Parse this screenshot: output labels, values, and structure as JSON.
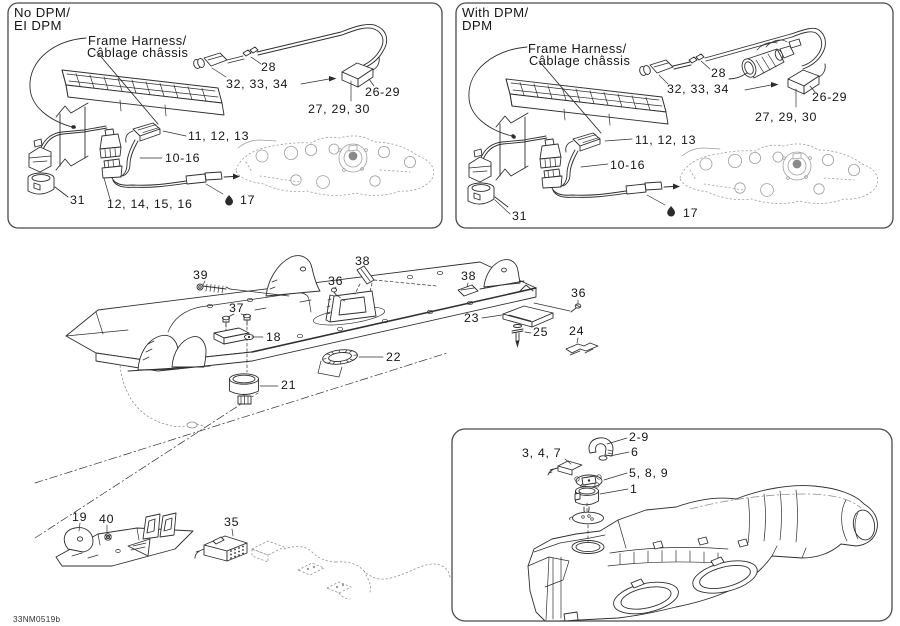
{
  "page": {
    "code": "33NM0519b"
  },
  "p1": {
    "title1": "No DPM/",
    "title2": "EI DPM",
    "harness1": "Frame Harness/",
    "harness2": "Câblage châssis",
    "c28": "28",
    "c32": "32, 33, 34",
    "c26": "26-29",
    "c27": "27, 29, 30",
    "c11": "11, 12, 13",
    "c10": "10-16",
    "c31": "31",
    "c12": "12, 14, 15, 16",
    "c17": "17"
  },
  "p2": {
    "title1": "With DPM/",
    "title2": "DPM",
    "harness1": "Frame Harness/",
    "harness2": "Câblage châssis",
    "c28": "28",
    "c32": "32, 33, 34",
    "c26": "26-29",
    "c27": "27, 29, 30",
    "c11": "11, 12, 13",
    "c10": "10-16",
    "c31": "31",
    "c17": "17"
  },
  "mid": {
    "c39": "39",
    "c37": "37",
    "c36a": "36",
    "c38a": "38",
    "c18": "18",
    "c22": "22",
    "c21": "21",
    "c38b": "38",
    "c36b": "36",
    "c23": "23",
    "c25": "25",
    "c24": "24"
  },
  "bl": {
    "c19": "19",
    "c40": "40",
    "c35": "35"
  },
  "br": {
    "c29": "2-9",
    "c6": "6",
    "c347": "3, 4, 7",
    "c589": "5, 8, 9",
    "c1": "1"
  }
}
